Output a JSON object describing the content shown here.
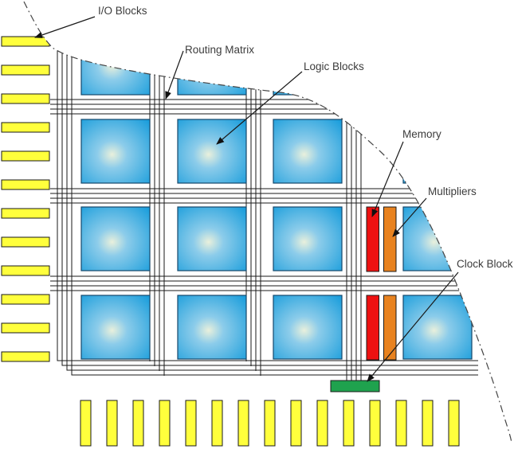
{
  "labels": {
    "io_blocks": "I/O Blocks",
    "routing_matrix": "Routing Matrix",
    "logic_blocks": "Logic Blocks",
    "memory": "Memory",
    "multipliers": "Multipliers",
    "clock_block": "Clock Block"
  },
  "colors": {
    "io_block_fill": "#FFFF3C",
    "logic_block_edge": "#149BDB",
    "logic_block_mid": "#8CCCEA",
    "logic_block_center": "#E9F0DC",
    "memory_fill": "#EE1111",
    "multiplier_fill": "#E8821F",
    "clock_fill": "#1FA24E",
    "outline": "#1A1A1A",
    "boundary": "#444444",
    "label_text": "#3C3C3C"
  },
  "structure": {
    "io_blocks_left_count": 12,
    "io_blocks_bottom_count": 15,
    "logic_block_rows": 4,
    "logic_block_cols": 4,
    "routing_lines_per_channel": 4,
    "memory_block_count": 2,
    "multiplier_block_count": 2,
    "clock_block_count": 1
  }
}
